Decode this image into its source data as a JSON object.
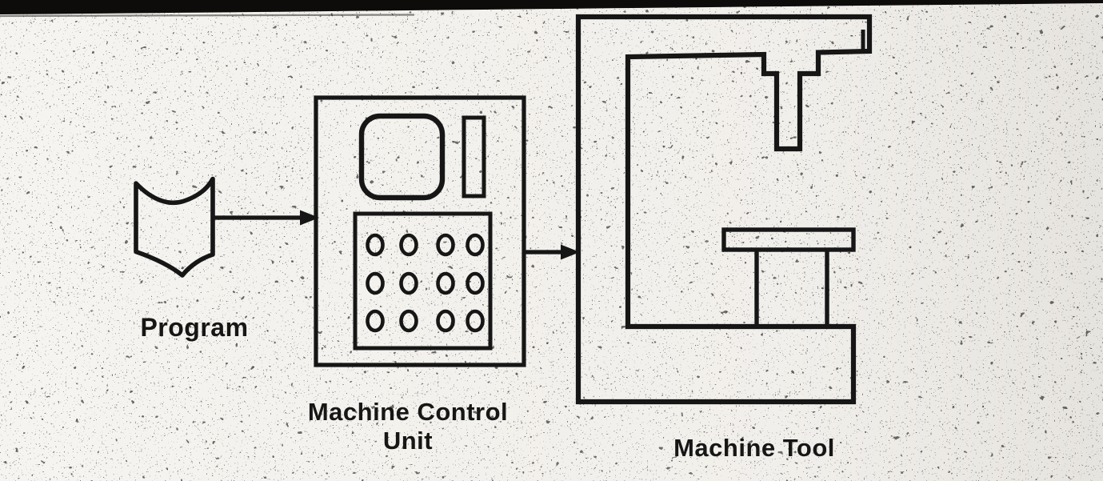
{
  "page": {
    "kind": "scanned textbook figure",
    "background_color": "#f6f4f0",
    "ink_color": "#171513",
    "scan_artifact_top_band_color": "#0d0c0b"
  },
  "diagram": {
    "nodes": [
      {
        "id": "program",
        "label": "Program",
        "shape": "curled-card-document"
      },
      {
        "id": "mcu",
        "label": "Machine Control Unit",
        "label_line1": "Machine Control",
        "label_line2": "Unit",
        "shape": "control-panel",
        "features": {
          "screen": "rounded-square display",
          "slot": "narrow vertical slot",
          "keypad_rows": 3,
          "keypad_cols": 4,
          "keypad_button_count": 12
        }
      },
      {
        "id": "machine_tool",
        "label": "Machine Tool",
        "shape": "c-frame machine with spindle head, tool and work table"
      }
    ],
    "connections": [
      {
        "from": "Program",
        "to": "Machine Control Unit",
        "style": "right-arrow"
      },
      {
        "from": "Machine Control Unit",
        "to": "Machine Tool",
        "style": "right-arrow"
      }
    ]
  }
}
